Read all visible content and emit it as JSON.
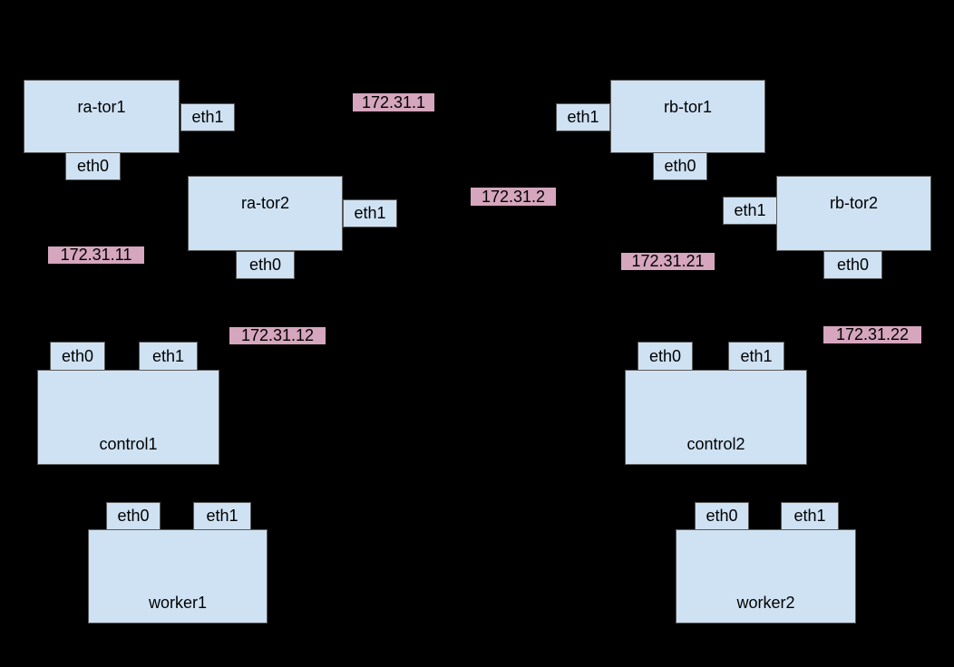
{
  "colors": {
    "canvas_bg": "#000000",
    "node_fill": "#cfe2f3",
    "node_border": "#595959",
    "ip_fill": "#d5a6bd",
    "text_color": "#000000"
  },
  "diagram_type": "network-topology",
  "nodes": [
    {
      "name": "ra-tor1",
      "label": "ra-tor1",
      "ports": [
        {
          "label": "eth1"
        },
        {
          "label": "eth0"
        }
      ]
    },
    {
      "name": "ra-tor2",
      "label": "ra-tor2",
      "ports": [
        {
          "label": "eth1"
        },
        {
          "label": "eth0"
        }
      ]
    },
    {
      "name": "rb-tor1",
      "label": "rb-tor1",
      "ports": [
        {
          "label": "eth1"
        },
        {
          "label": "eth0"
        }
      ]
    },
    {
      "name": "rb-tor2",
      "label": "rb-tor2",
      "ports": [
        {
          "label": "eth1"
        },
        {
          "label": "eth0"
        }
      ]
    },
    {
      "name": "control1",
      "label": "control1",
      "ports": [
        {
          "label": "eth0"
        },
        {
          "label": "eth1"
        }
      ]
    },
    {
      "name": "worker1",
      "label": "worker1",
      "ports": [
        {
          "label": "eth0"
        },
        {
          "label": "eth1"
        }
      ]
    },
    {
      "name": "control2",
      "label": "control2",
      "ports": [
        {
          "label": "eth0"
        },
        {
          "label": "eth1"
        }
      ]
    },
    {
      "name": "worker2",
      "label": "worker2",
      "ports": [
        {
          "label": "eth0"
        },
        {
          "label": "eth1"
        }
      ]
    }
  ],
  "ip_labels": [
    {
      "label": "172.31.1"
    },
    {
      "label": "172.31.2"
    },
    {
      "label": "172.31.11"
    },
    {
      "label": "172.31.12"
    },
    {
      "label": "172.31.21"
    },
    {
      "label": "172.31.22"
    }
  ]
}
